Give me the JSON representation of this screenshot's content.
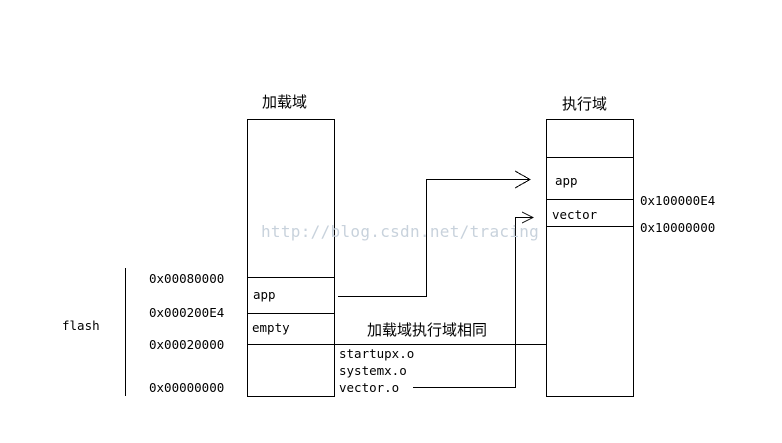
{
  "load_region": {
    "title": "加载域",
    "cells": {
      "app": "app",
      "empty": "empty"
    },
    "addresses": [
      "0x00080000",
      "0x000200E4",
      "0x00020000",
      "0x00000000"
    ]
  },
  "exec_region": {
    "title": "执行域",
    "cells": {
      "app": "app",
      "vector": "vector"
    },
    "addresses": [
      "0x100000E4",
      "0x10000000"
    ]
  },
  "flash_label": "flash",
  "shared_label": "加载域执行域相同",
  "shared_files": [
    "startupx.o",
    "systemx.o",
    "vector.o"
  ],
  "watermark": "http://blog.csdn.net/tracing"
}
